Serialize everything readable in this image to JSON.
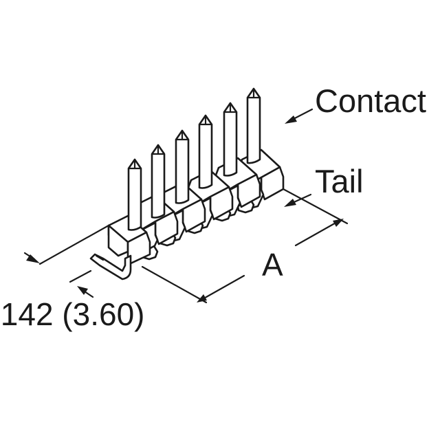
{
  "labels": {
    "contact": "Contact",
    "tail": "Tail",
    "dimension_a": "A",
    "pitch_dimension": ".142 (3.60)"
  },
  "colors": {
    "line": "#1a1a1a",
    "background": "#ffffff"
  }
}
